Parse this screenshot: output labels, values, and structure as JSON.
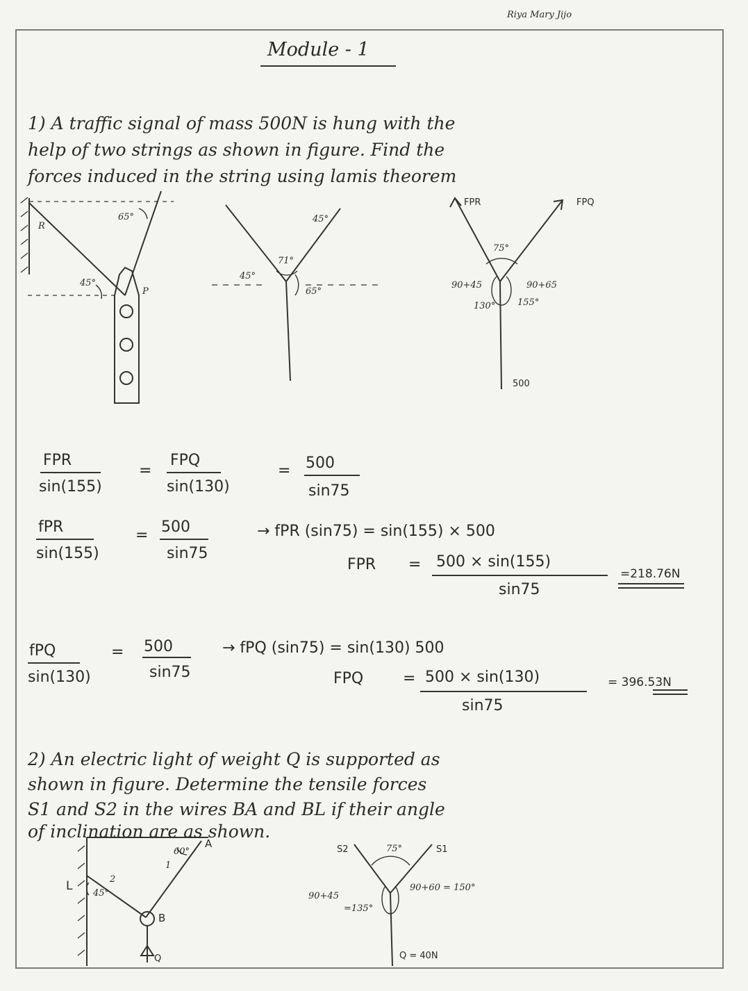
{
  "header": {
    "author": "Riya Mary Jijo",
    "title": "Module - 1"
  },
  "problem1": {
    "lines": [
      "1) A traffic signal of mass 500N is hung with the",
      "help of two strings as shown in figure. Find the",
      "forces induced in the string using lamis theorem"
    ],
    "fig_a": {
      "label_r": "R",
      "label_p": "P",
      "angle_top": "65°",
      "angle_left": "45°"
    },
    "fig_b": {
      "angle_top": "45°",
      "angle_left": "45°",
      "angle_mid": "71°",
      "angle_right": "65°"
    },
    "fig_c": {
      "label_fpr": "FPR",
      "label_fpq": "FPQ",
      "angle_top": "75°",
      "angle_left": "90+45",
      "angle_right": "90+65",
      "angle_bl": "130°",
      "angle_br": "155°",
      "load": "500"
    },
    "eq1": {
      "n1": "FPR",
      "d1": "sin(155)",
      "eq_a": "=",
      "n2": "FPQ",
      "d2": "sin(130)",
      "eq_b": "=",
      "n3": "500",
      "d3": "sin75"
    },
    "eq2": {
      "n1": "fPR",
      "d1": "sin(155)",
      "eq": "=",
      "n2": "500",
      "d2": "sin75",
      "step": "→ fPR (sin75) = sin(155) × 500",
      "lhs": "FPR",
      "eq_b": "=",
      "num": "500 × sin(155)",
      "den": "sin75",
      "result": "=218.76N"
    },
    "eq3": {
      "n1": "fPQ",
      "d1": "sin(130)",
      "eq": "=",
      "n2": "500",
      "d2": "sin75",
      "step": "→ fPQ (sin75) = sin(130) 500",
      "lhs": "FPQ",
      "eq_b": "=",
      "num": "500 × sin(130)",
      "den": "sin75",
      "result": "= 396.53N"
    }
  },
  "problem2": {
    "lines": [
      "2) An electric light of weight Q is supported as",
      "shown in figure. Determine the tensile forces",
      "S1 and S2 in the wires BA and BL if their angle",
      "of inclination are as shown."
    ],
    "fig_a": {
      "label_a": "A",
      "label_b": "B",
      "label_l": "L",
      "label_q": "Q",
      "angle_top": "60°",
      "angle_left": "45°",
      "mark_1": "1",
      "mark_2": "2"
    },
    "fig_b": {
      "label_s2": "S2",
      "label_s1": "S1",
      "angle_top": "75°",
      "angle_left": "90+45",
      "angle_left_val": "=135°",
      "angle_right": "90+60 = 150°",
      "load": "Q = 40N"
    }
  }
}
